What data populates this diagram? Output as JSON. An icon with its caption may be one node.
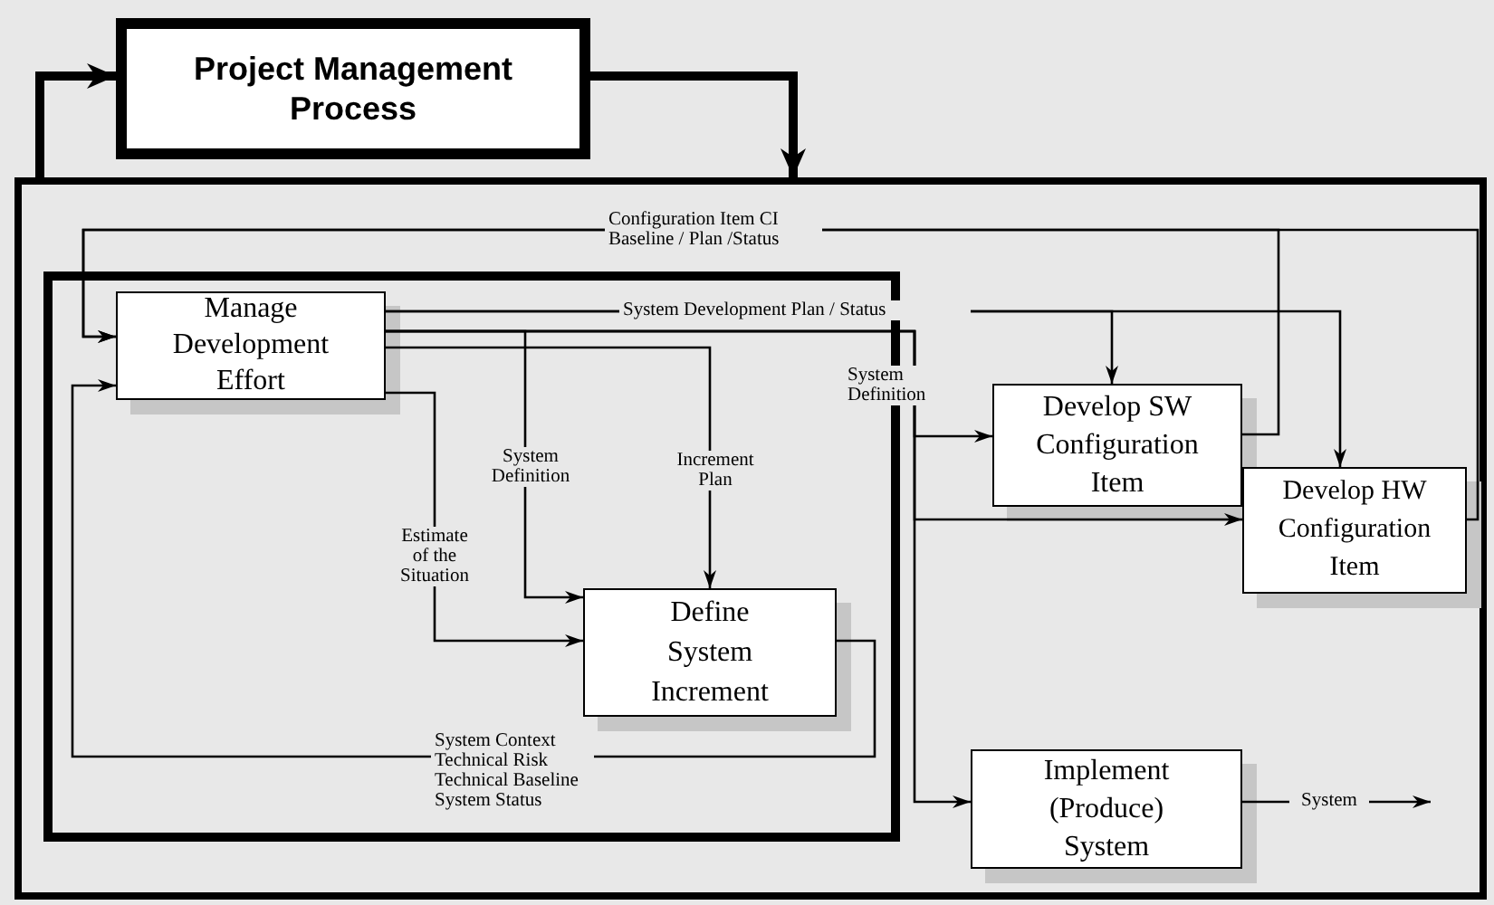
{
  "diagram": {
    "nodes": [
      {
        "text": [
          "Project Management Process"
        ]
      },
      {
        "text": [],
        "shape": "box"
      },
      {
        "text": [],
        "shape": "box",
        "in": 1
      },
      {
        "text": [
          "Manage Development Effort"
        ],
        "in": 2
      },
      {
        "text": [
          "Define System Increment"
        ],
        "in": 2
      },
      {
        "text": [
          "Develop SW Configuration Item"
        ],
        "in": 1
      },
      {
        "text": [
          "Develop HW Configuration Item"
        ],
        "in": 1
      },
      {
        "text": [
          "Implement (Produce) System"
        ],
        "in": 1
      }
    ],
    "edges": [
      {
        "from": 1,
        "to": 0,
        "arrow": "to",
        "style": "thick"
      },
      {
        "from": 0,
        "to": 1,
        "arrow": "to",
        "style": "thick"
      },
      {
        "from": 5,
        "to": 3,
        "arrow": "to",
        "label": "Configuration Item CI Baseline / Plan /Status"
      },
      {
        "from": 6,
        "to": 3,
        "arrow": "to"
      },
      {
        "from": 3,
        "to": 5,
        "arrow": "to",
        "label": "System Development Plan / Status"
      },
      {
        "from": 3,
        "to": 6,
        "arrow": "to"
      },
      {
        "from": 3,
        "to": 4,
        "arrow": "to",
        "label": "System Definition"
      },
      {
        "from": 3,
        "to": 4,
        "arrow": "to",
        "label": "Increment Plan"
      },
      {
        "from": 3,
        "to": 4,
        "arrow": "to",
        "label": "Estimate of the Situation"
      },
      {
        "from": 4,
        "to": 3,
        "arrow": "to",
        "label": "System Context Technical Risk Technical Baseline System Status"
      },
      {
        "from": 3,
        "to": 5,
        "arrow": "to",
        "label": "System Definition"
      },
      {
        "from": 3,
        "to": 6,
        "arrow": "to"
      },
      {
        "from": 3,
        "to": 7,
        "arrow": "to"
      },
      {
        "from": 7,
        "to": null,
        "arrow": "to",
        "label": "System"
      }
    ]
  }
}
